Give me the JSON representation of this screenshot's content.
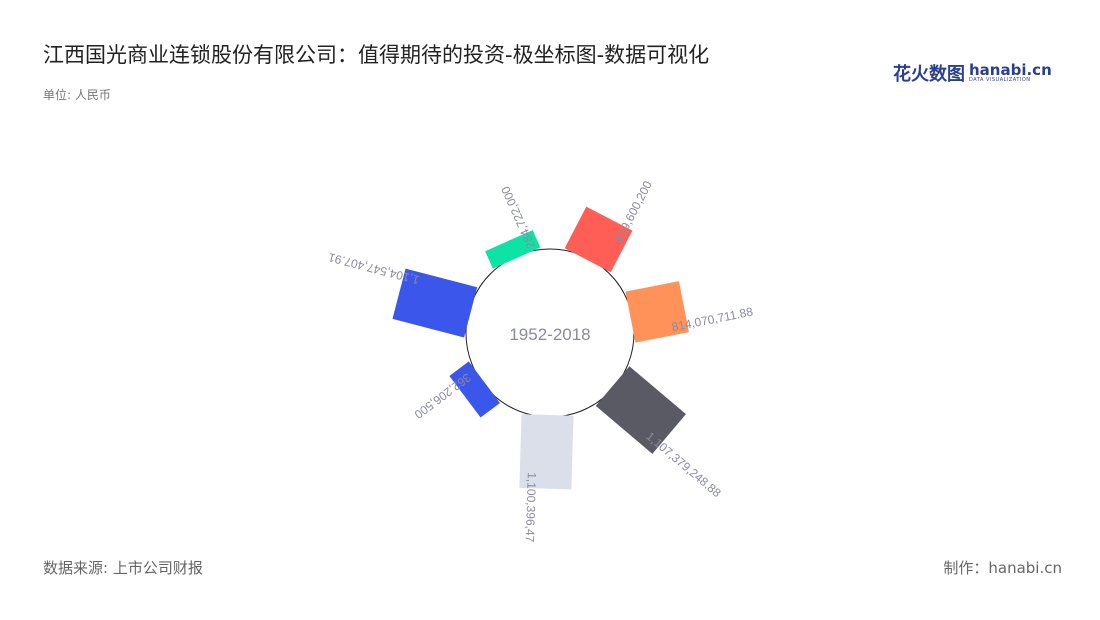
{
  "header": {
    "title": "江西国光商业连锁股份有限公司：值得期待的投资-极坐标图-数据可视化",
    "unit": "单位: 人民币"
  },
  "logo": {
    "cn": "花火数图",
    "en": "hanabi.cn",
    "sub": "DATA VISUALIZATION"
  },
  "footer": {
    "source": "数据来源: 上市公司财报",
    "credit": "制作：hanabi.cn"
  },
  "chart_data": {
    "type": "polar-bar",
    "center_label": "1952-2018",
    "values": [
      284722000,
      699600200,
      814070711.88,
      1107379248.88,
      1100396470,
      362206500,
      1104547407.91
    ],
    "labels": [
      "284,722,000",
      "699,600,200",
      "814,070,711.88",
      "1,107,379,248.88",
      "1,100,396,47",
      "362,206,500",
      "1,104,547,407.91"
    ],
    "colors": [
      "#0ce3a4",
      "#ff5e57",
      "#ff9259",
      "#5a5a64",
      "#dadfe9",
      "#3b57eb",
      "#3b57eb"
    ],
    "label_color": "#8a8aa0"
  }
}
